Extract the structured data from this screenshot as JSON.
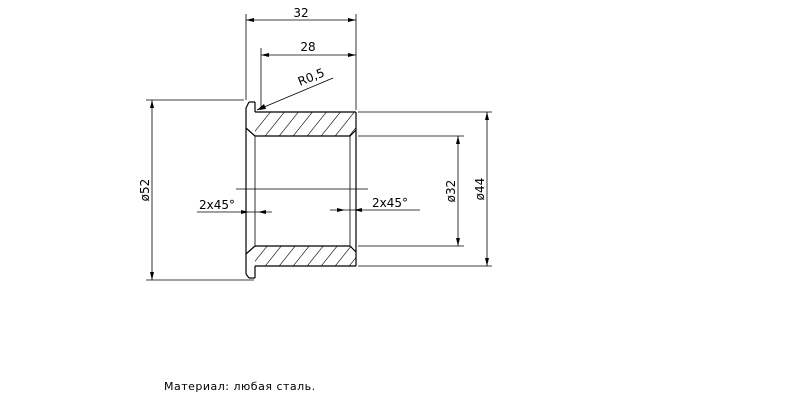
{
  "drawing": {
    "dimensions": {
      "overall_length": "32",
      "body_length": "28",
      "fillet_radius": "R0,5",
      "flange_diameter": "ø52",
      "bore_diameter": "ø32",
      "outer_diameter": "ø44",
      "chamfer_left": "2x45°",
      "chamfer_right": "2x45°"
    },
    "note": "Материал: любая сталь."
  }
}
